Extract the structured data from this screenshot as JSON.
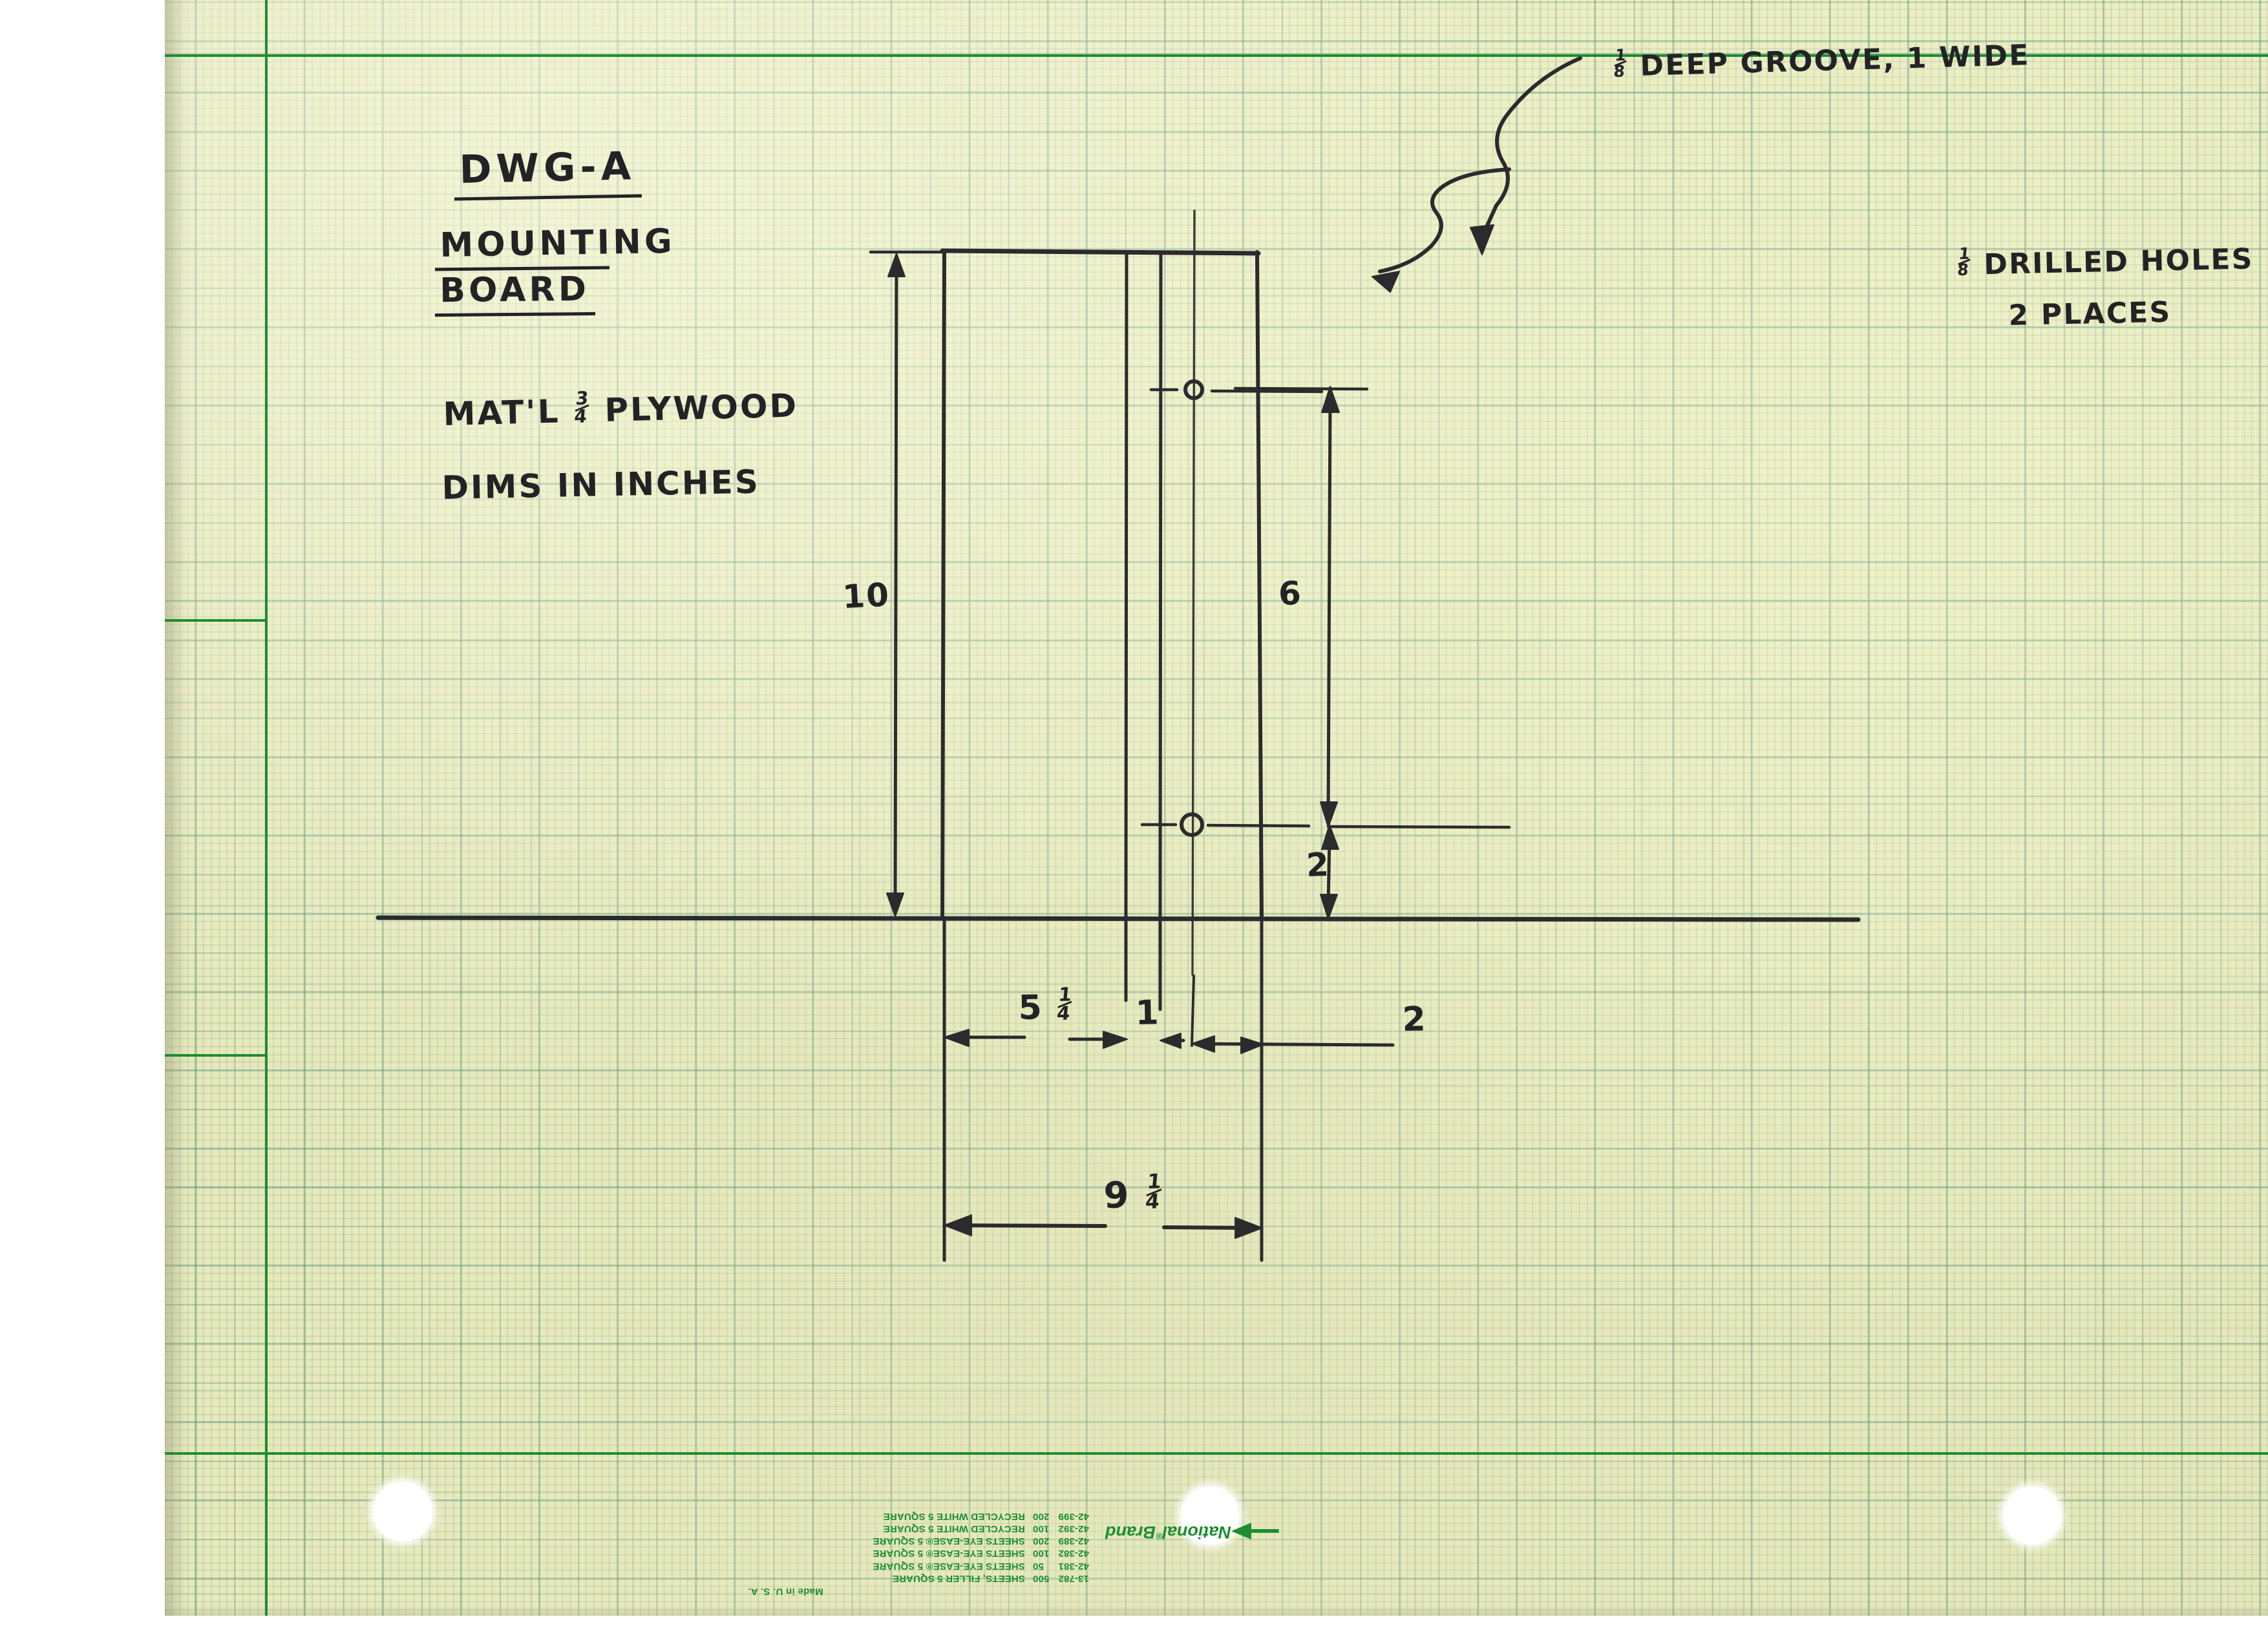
{
  "drawing": {
    "title": "DWG-A",
    "subject_line1": "MOUNTING",
    "subject_line2": "BOARD",
    "material_label": "MAT'L",
    "material_fraction_num": "3",
    "material_fraction_den": "4",
    "material_name": "PLYWOOD",
    "units_note": "DIMS IN INCHES"
  },
  "annotations": {
    "groove": {
      "frac_num": "1",
      "frac_den": "8",
      "text": "DEEP GROOVE, 1 WIDE"
    },
    "holes": {
      "frac_num": "1",
      "frac_den": "8",
      "line1": "DRILLED HOLES",
      "line2": "2 PLACES"
    }
  },
  "dimensions": {
    "height_overall": "10",
    "width_overall_whole": "9",
    "width_overall_num": "1",
    "width_overall_den": "4",
    "left_segment_whole": "5",
    "left_segment_num": "1",
    "left_segment_den": "4",
    "groove_width": "1",
    "right_segment": "2",
    "hole_spacing": "6",
    "lower_hole_to_bottom": "2"
  },
  "chart_data": {
    "type": "diagram",
    "title": "DWG-A MOUNTING BOARD",
    "material": "3/4 PLYWOOD",
    "units": "inches",
    "part": {
      "overall_width": 9.25,
      "overall_height": 10,
      "thickness": 0.75
    },
    "features": [
      {
        "name": "groove",
        "depth": 0.125,
        "width": 1,
        "distance_from_left_edge": 5.25,
        "note": "1/8 DEEP GROOVE, 1 WIDE"
      },
      {
        "name": "drilled-holes",
        "diameter": 0.125,
        "quantity": 2,
        "distance_from_right_edge": 2,
        "spacing": 6,
        "lower_hole_from_bottom": 2,
        "note": "1/8 DRILLED HOLES 2 PLACES"
      }
    ],
    "dimension_chain_bottom": [
      "5 1/4",
      "1",
      "2"
    ],
    "dimension_overall_bottom": "9 1/4",
    "dimension_left": "10",
    "dimension_right": [
      "6",
      "2"
    ]
  },
  "paper": {
    "brand": "National",
    "brand_reg": "®",
    "brand_word": "Brand",
    "made_in": "Made in U. S. A.",
    "products": [
      {
        "code": "13-782",
        "qty": "500",
        "desc": "SHEETS, FILLER  5 SQUARE"
      },
      {
        "code": "42-381",
        "qty": "50",
        "desc": "SHEETS EYE-EASE®  5 SQUARE"
      },
      {
        "code": "42-382",
        "qty": "100",
        "desc": "SHEETS EYE-EASE®  5 SQUARE"
      },
      {
        "code": "42-389",
        "qty": "200",
        "desc": "SHEETS EYE-EASE®  5 SQUARE"
      },
      {
        "code": "42-392",
        "qty": "100",
        "desc": "RECYCLED  WHITE  5 SQUARE"
      },
      {
        "code": "42-399",
        "qty": "200",
        "desc": "RECYCLED  WHITE  5 SQUARE"
      }
    ]
  },
  "colors": {
    "paper": "#e9ebbd",
    "grid": "#609682",
    "margin_rule": "#1d8d32",
    "ink": "#2b2b2e",
    "brand_green": "#1d8d32"
  }
}
